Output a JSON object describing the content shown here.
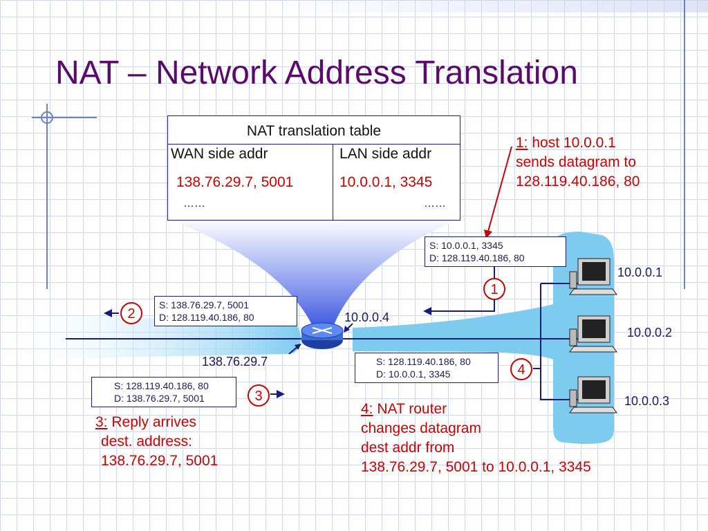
{
  "title": "NAT – Network Address Translation",
  "table": {
    "title": "NAT translation table",
    "wan_header": "WAN side addr",
    "lan_header": "LAN side addr",
    "wan_value": "138.76.29.7, 5001",
    "lan_value": "10.0.0.1, 3345",
    "ellipsis_left": "……",
    "ellipsis_right": "……"
  },
  "packets": {
    "p1": {
      "src": "S: 10.0.0.1, 3345",
      "dst": "D: 128.119.40.186, 80"
    },
    "p2": {
      "src": "S: 138.76.29.7, 5001",
      "dst": "D: 128.119.40.186, 80"
    },
    "p3": {
      "src": "S: 128.119.40.186, 80",
      "dst": "D: 138.76.29.7, 5001"
    },
    "p4": {
      "src": "S: 128.119.40.186, 80",
      "dst": "D: 10.0.0.1, 3345"
    }
  },
  "steps": {
    "s1": "1",
    "s2": "2",
    "s3": "3",
    "s4": "4"
  },
  "addresses": {
    "router_lan": "10.0.0.4",
    "router_wan": "138.76.29.7",
    "host1": "10.0.0.1",
    "host2": "10.0.0.2",
    "host3": "10.0.0.3"
  },
  "notes": {
    "n1_num": "1:",
    "n1_l1": "host 10.0.0.1",
    "n1_l2": "sends datagram to",
    "n1_l3": "128.119.40.186, 80",
    "n3_num": "3:",
    "n3_l1": "Reply arrives",
    "n3_l2": "dest. address:",
    "n3_l3": "138.76.29.7, 5001",
    "n4_num": "4:",
    "n4_l1": "NAT router",
    "n4_l2": "changes datagram",
    "n4_l3": "dest addr from",
    "n4_l4": "138.76.29.7, 5001 to 10.0.0.1, 3345"
  },
  "colors": {
    "title": "#5a0a6a",
    "annotation": "#cc0000",
    "lan_cloud": "#7ecbf0",
    "router": "#3a6ad4"
  }
}
